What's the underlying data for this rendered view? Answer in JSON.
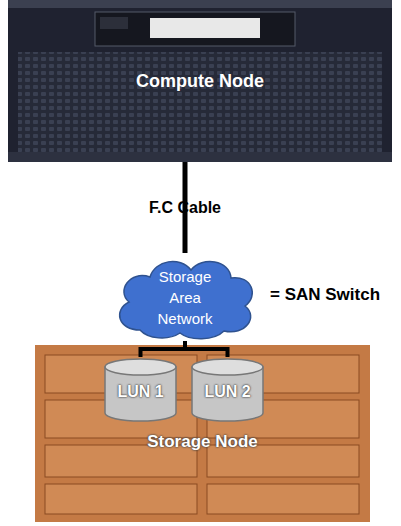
{
  "diagram": {
    "nodes": [
      {
        "text": [
          "Compute Node"
        ]
      },
      {
        "text": [
          "Storage Area Network"
        ]
      },
      {
        "text": [
          "Storage Node"
        ]
      },
      {
        "text": [
          "LUN 1"
        ],
        "in": 2
      },
      {
        "text": [
          "LUN 2"
        ],
        "in": 2
      }
    ],
    "edges": [
      {
        "from": 0,
        "to": 1,
        "label": "F.C Cable",
        "arrow": "none"
      },
      {
        "from": 1,
        "to": 3,
        "arrow": "none"
      },
      {
        "from": 1,
        "to": 4,
        "arrow": "none"
      }
    ],
    "labels": [
      "= SAN Switch"
    ]
  }
}
